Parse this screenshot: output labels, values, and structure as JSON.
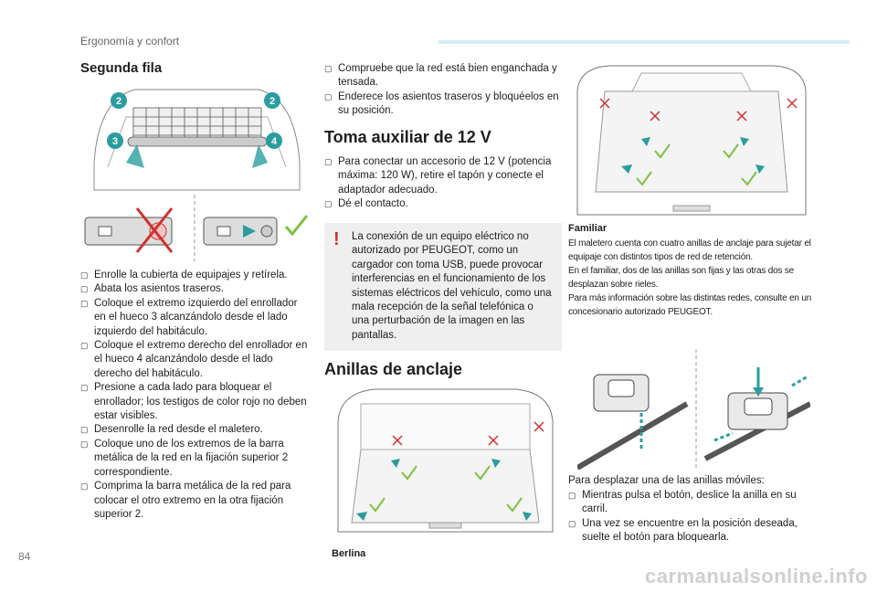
{
  "header": {
    "section": "Ergonomía y confort",
    "accent_color": "#d3eef3"
  },
  "page_number": "84",
  "watermark": "carmanualsonline.info",
  "segunda_fila": {
    "title": "Segunda fila",
    "callouts": [
      "2",
      "2",
      "3",
      "4"
    ],
    "steps": [
      "Enrolle la cubierta de equipajes y retírela.",
      "Abata los asientos traseros.",
      "Coloque el extremo izquierdo del enrollador en el hueco 3 alcanzándolo desde el lado izquierdo del habitáculo.",
      "Coloque el extremo derecho del enrollador en el hueco 4 alcanzándolo desde el lado derecho del habitáculo.",
      "Presione a cada lado para bloquear el enrollador; los testigos de color rojo no deben estar visibles.",
      "Desenrolle la red desde el maletero.",
      "Coloque uno de los extremos de la barra metálica de la red en la fijación superior 2 correspondiente.",
      "Comprima la barra metálica de la red para colocar el otro extremo en la otra fijación superior 2."
    ]
  },
  "net_checks": [
    "Compruebe que la red está bien enganchada y tensada.",
    "Enderece los asientos traseros y bloquéelos en su posición."
  ],
  "toma": {
    "title": "Toma auxiliar de 12 V",
    "steps": [
      "Para conectar un accesorio de 12 V (potencia máxima: 120 W), retire el tapón y conecte el adaptador adecuado.",
      "Dé el contacto."
    ],
    "warning": "La conexión de un equipo eléctrico no autorizado por PEUGEOT, como un cargador con toma USB, puede provocar interferencias en el funcionamiento de los sistemas eléctricos del vehículo, como una mala recepción de la señal telefónica o una perturbación de la imagen en las pantallas."
  },
  "anillas": {
    "title": "Anillas de anclaje",
    "berlina_caption": "Berlina",
    "familiar_title": "Familiar",
    "familiar_paragraphs": [
      "El maletero cuenta con cuatro anillas de anclaje para sujetar el equipaje con distintos tipos de red de retención.",
      "En el familiar, dos de las anillas son fijas y las otras dos se desplazan sobre rieles.",
      "Para más información sobre las distintas redes, consulte en un concesionario autorizado PEUGEOT."
    ],
    "moviles_intro": "Para desplazar una de las anillas móviles:",
    "moviles_steps": [
      "Mientras pulsa el botón, deslice la anilla en su carril.",
      "Una vez se encuentre en la posición deseada, suelte el botón para bloquearla."
    ]
  },
  "colors": {
    "callout": "#2a9d9f",
    "ok": "#7cc242",
    "no": "#d0312d"
  }
}
